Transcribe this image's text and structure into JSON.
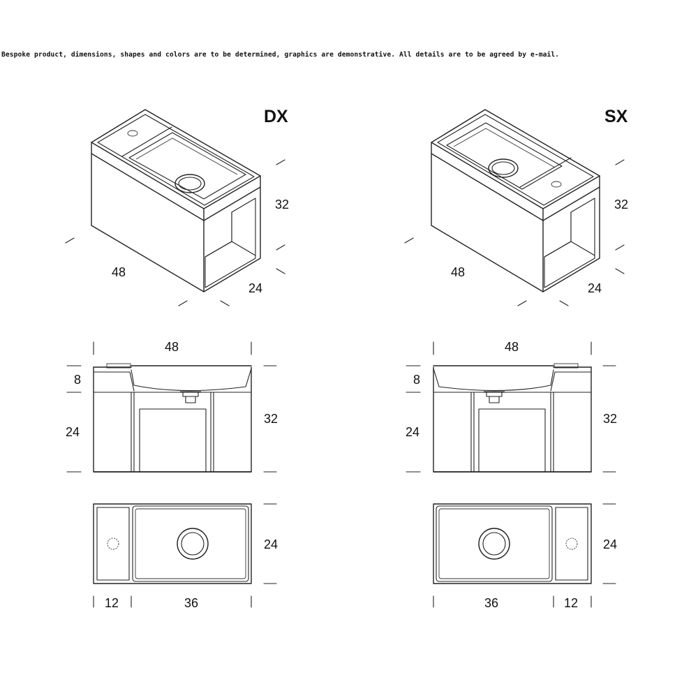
{
  "note": "Bespoke product, dimensions, shapes and colors are to be determined, graphics are demonstrative. All details are to be agreed by e-mail.",
  "dx": {
    "title": "DX",
    "iso": {
      "width": "48",
      "height": "32",
      "depth": "24"
    },
    "front": {
      "width": "48",
      "basin": "8",
      "cabinet": "24",
      "total": "32"
    },
    "top": {
      "depth": "24",
      "left": "12",
      "right": "36"
    }
  },
  "sx": {
    "title": "SX",
    "iso": {
      "width": "48",
      "height": "32",
      "depth": "24"
    },
    "front": {
      "width": "48",
      "basin": "8",
      "cabinet": "24",
      "total": "32"
    },
    "top": {
      "depth": "24",
      "left": "36",
      "right": "12"
    }
  }
}
